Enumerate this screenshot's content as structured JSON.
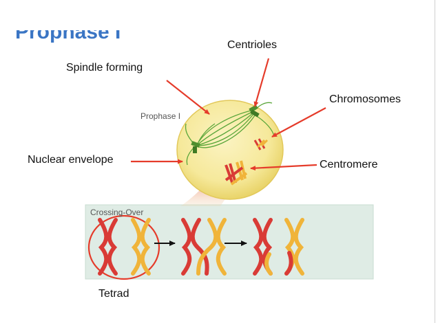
{
  "slide": {
    "title": "Prophase I"
  },
  "labels": {
    "centrioles": "Centrioles",
    "spindle": "Spindle forming",
    "chromosomes": "Chromosomes",
    "nuclear_envelope": "Nuclear envelope",
    "centromere": "Centromere",
    "tetrad": "Tetrad"
  },
  "inset": {
    "cell_caption": "Prophase I",
    "panel_caption": "Crossing-Over"
  },
  "colors": {
    "title": "#3a75c4",
    "arrow": "#e53b2a",
    "cell_fill": "#f6e99b",
    "spindle": "#5aa63a",
    "chromosome_red": "#d93b36",
    "chromosome_yellow": "#f0b43a",
    "panel_bg": "#dfece5"
  }
}
